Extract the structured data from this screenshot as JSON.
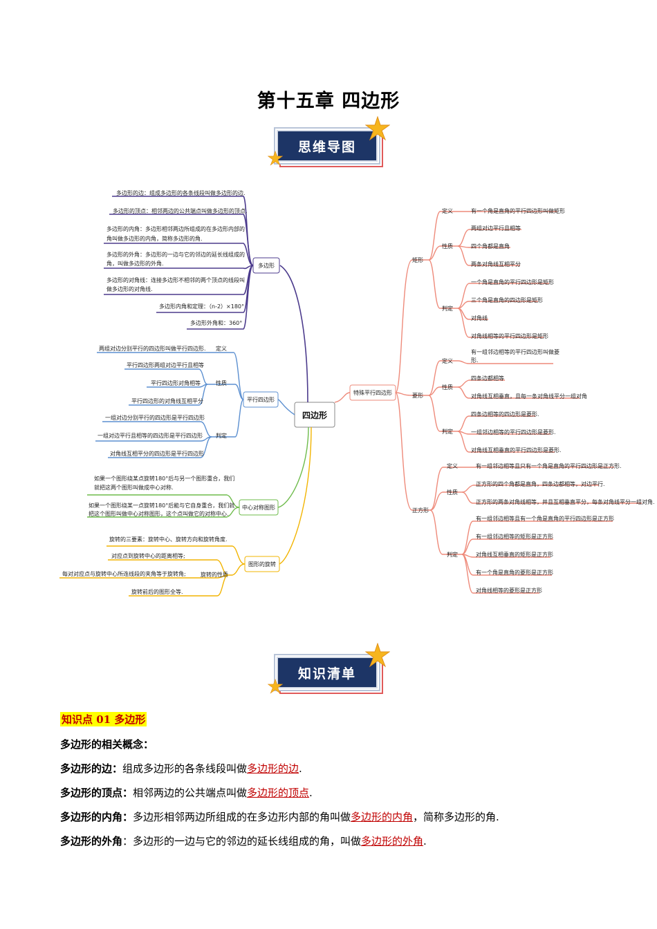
{
  "title": "第十五章  四边形",
  "banner1": "思维导图",
  "banner2": "知识清单",
  "mindmap": {
    "root": "四边形",
    "polygon": {
      "label": "多边形",
      "items": [
        "多边形的边：组成多边形的各条线段叫做多边形的边.",
        "多边形的顶点：相邻两边的公共端点叫做多边形的顶点.",
        "多边形的内角：多边形相邻两边所组成的在多边形内部的",
        "角叫做多边形的内角，简称多边形的角.",
        "多边形的外角：多边形的一边与它的邻边的延长线组成的",
        "角，叫做多边形的外角.",
        "多边形的对角线：连接多边形不相邻的两个顶点的线段叫",
        "做多边形的对角线.",
        "多边形内角和定理：（n-2）×180°",
        "多边形外角和：360°"
      ]
    },
    "parallelogram": {
      "label": "平行四边形",
      "def_label": "定义",
      "def": "两组对边分别平行的四边形叫做平行四边形.",
      "prop_label": "性质",
      "props": [
        "平行四边形两组对边平行且相等",
        "平行四边形对角相等",
        "平行四边形的对角线互相平分"
      ],
      "judge_label": "判定",
      "judges": [
        "一组对边分别平行的四边形是平行四边形",
        "一组对边平行且相等的四边形是平行四边形",
        "对角线互相平分的四边形是平行四边形"
      ]
    },
    "central": {
      "label": "中心对称图形",
      "items": [
        "如果一个图形绕某点旋转180°后与另一个图形重合，我们",
        "就把这两个图形叫做成中心对称.",
        "如果一个图形绕某一点旋转180°后能与它自身重合，我们就",
        "把这个图形叫做中心对称图形，这个点叫做它的对称中心."
      ]
    },
    "rotation": {
      "label": "图形的旋转",
      "items": [
        "旋转的三要素：旋转中心、旋转方向和旋转角度."
      ],
      "prop_label": "旋转的性质",
      "props": [
        "对应点到旋转中心的距离相等;",
        "每对对应点与旋转中心所连线段的夹角等于旋转角;",
        "旋转前后的图形全等."
      ]
    },
    "special": {
      "label": "特殊平行四边形",
      "rect": {
        "label": "矩形",
        "def_label": "定义",
        "def": "有一个角是直角的平行四边形叫做矩形",
        "prop_label": "性质",
        "props": [
          "两组对边平行且相等",
          "四个角都是直角",
          "两条对角线互相平分"
        ],
        "judge_label": "判定",
        "judges": [
          "一个角是直角的平行四边形是矩形",
          "三个角是直角的四边形是矩形",
          "对角线",
          "对角线相等的平行四边形是矩形"
        ]
      },
      "rhombus": {
        "label": "菱形",
        "def_label": "定义",
        "def": [
          "有一组邻边相等的平行四边形叫做菱",
          "形."
        ],
        "prop_label": "性质",
        "props": [
          "四条边都相等",
          "对角线互相垂直，且每一条对角线平分一组对角"
        ],
        "judge_label": "判定",
        "judges": [
          "四条边相等的四边形是菱形.",
          "一组邻边相等的平行四边形是菱形.",
          "对角线互相垂直的平行四边形是菱形."
        ]
      },
      "square": {
        "label": "正方形",
        "def_label": "定义",
        "def": "有一组邻边相等且只有一个角是直角的平行四边形是正方形.",
        "prop_label": "性质",
        "props": [
          "正方形的四个角都是直角，四条边都相等，对边平行.",
          "正方形的两条对角线相等，并且互相垂直平分，每条对角线平分一组对角."
        ],
        "judge_label": "判定",
        "judges": [
          "有一组邻边相等且有一个角是直角的平行四边形是正方形",
          "有一组邻边相等的矩形是正方形",
          "对角线互相垂直的矩形是正方形",
          "有一个角是直角的菱形是正方形",
          "对角线相等的菱形是正方形"
        ]
      }
    }
  },
  "knowledge": {
    "kp_label": "知识点 01  多边形",
    "concepts_title": "多边形的相关概念：",
    "lines": [
      {
        "term": "多边形的边：",
        "text": "组成多边形的各条线段叫做",
        "answer": "多边形的边",
        "end": "."
      },
      {
        "term": "多边形的顶点：",
        "text": "相邻两边的公共端点叫做",
        "answer": "多边形的顶点",
        "end": "."
      },
      {
        "term": "多边形的内角：",
        "text": "多边形相邻两边所组成的在多边形内部的角叫做",
        "answer": "多边形的内角",
        "end": "，简称多边形的角."
      },
      {
        "term": "多边形的外角",
        "text": "：多边形的一边与它的邻边的延长线组成的角，叫做",
        "answer": "多边形的外角",
        "end": "."
      }
    ]
  },
  "colors": {
    "purple": "#4b3a8c",
    "blue": "#5b8fd0",
    "green": "#6dbb4a",
    "orange": "#f2b400",
    "salmon": "#ee8a7a",
    "banner": "#1d3566",
    "answer": "#c00000",
    "highlight": "#ffff00"
  }
}
